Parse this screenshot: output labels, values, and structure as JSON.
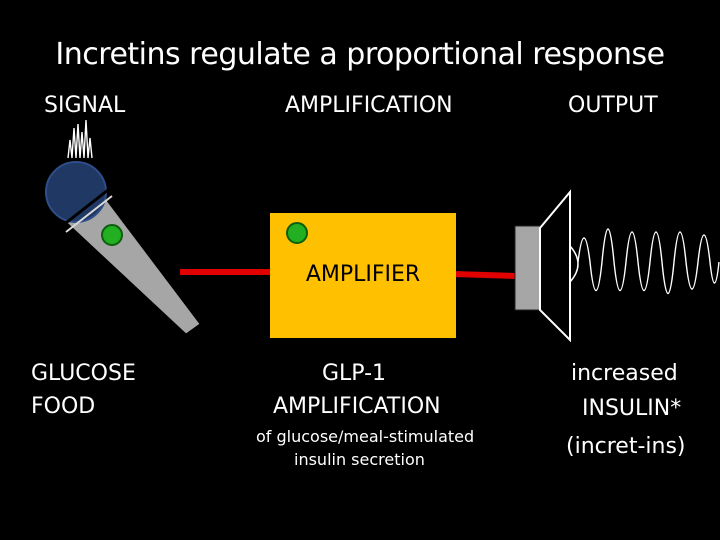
{
  "title": "Incretins regulate a proportional response",
  "headers": {
    "signal": "SIGNAL",
    "amplification": "AMPLIFICATION",
    "output": "OUTPUT"
  },
  "amplifier_label": "AMPLIFIER",
  "signal_labels": [
    "GLUCOSE",
    "FOOD"
  ],
  "amplification_labels": {
    "line1": "GLP-1",
    "line2": "AMPLIFICATION",
    "detail1": "of glucose/meal-stimulated",
    "detail2": "insulin secretion"
  },
  "output_labels": {
    "line1": "increased",
    "line2": "INSULIN*",
    "line3": "(incret-ins)"
  },
  "colors": {
    "background": "#000000",
    "amplifier_box": "#FFC000",
    "cable": "#E00000",
    "indicator": "#22B022",
    "microphone_body": "#A6A6A6",
    "microphone_head": "#1F3864",
    "speaker": "#A6A6A6"
  },
  "icons": [
    "microphone-icon",
    "speaker-icon",
    "sound-wave-icon"
  ]
}
